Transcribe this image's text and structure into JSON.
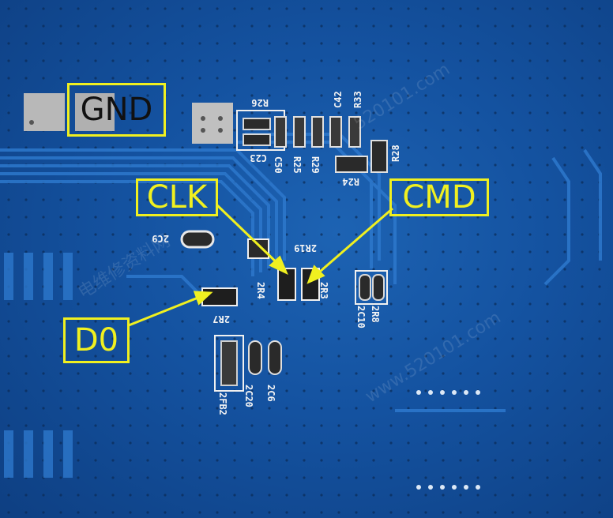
{
  "annotations": {
    "gnd": "GND",
    "clk": "CLK",
    "cmd": "CMD",
    "d0": "D0"
  },
  "silkscreen": {
    "r26": "R26",
    "c42": "C42",
    "r33": "R33",
    "c23": "C23",
    "c50": "C50",
    "r25": "R25",
    "r29": "R29",
    "r24": "R24",
    "r28": "R28",
    "c9": "2C9",
    "r19": "2R19",
    "r4": "2R4",
    "r3": "2R3",
    "r8": "2R8",
    "c10": "2C10",
    "r7": "2R7",
    "fb2": "2FB2",
    "c20": "2C20",
    "c6": "2C6"
  },
  "watermarks": [
    "520101.com",
    "电维修资料网",
    "www.520101.com"
  ],
  "colors": {
    "board": "#1452a0",
    "annotation": "#f0f020",
    "gnd_text": "#111111",
    "silkscreen": "#f4f4f4"
  }
}
